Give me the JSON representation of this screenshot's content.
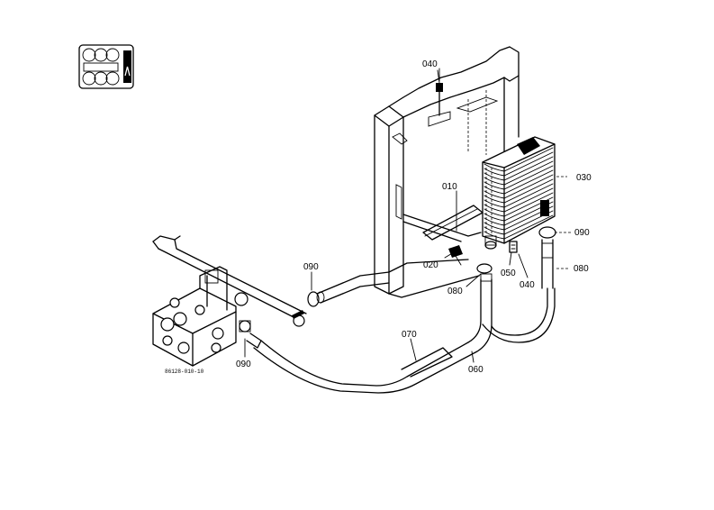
{
  "diagram_code": "86128-010-10",
  "callouts": {
    "p010": "010",
    "p020": "020",
    "p030": "030",
    "p040_top": "040",
    "p040_bottom": "040",
    "p050": "050",
    "p060": "060",
    "p070": "070",
    "p080_left": "080",
    "p080_right": "080",
    "p090_left_upper": "090",
    "p090_left_lower": "090",
    "p090_right": "090"
  }
}
